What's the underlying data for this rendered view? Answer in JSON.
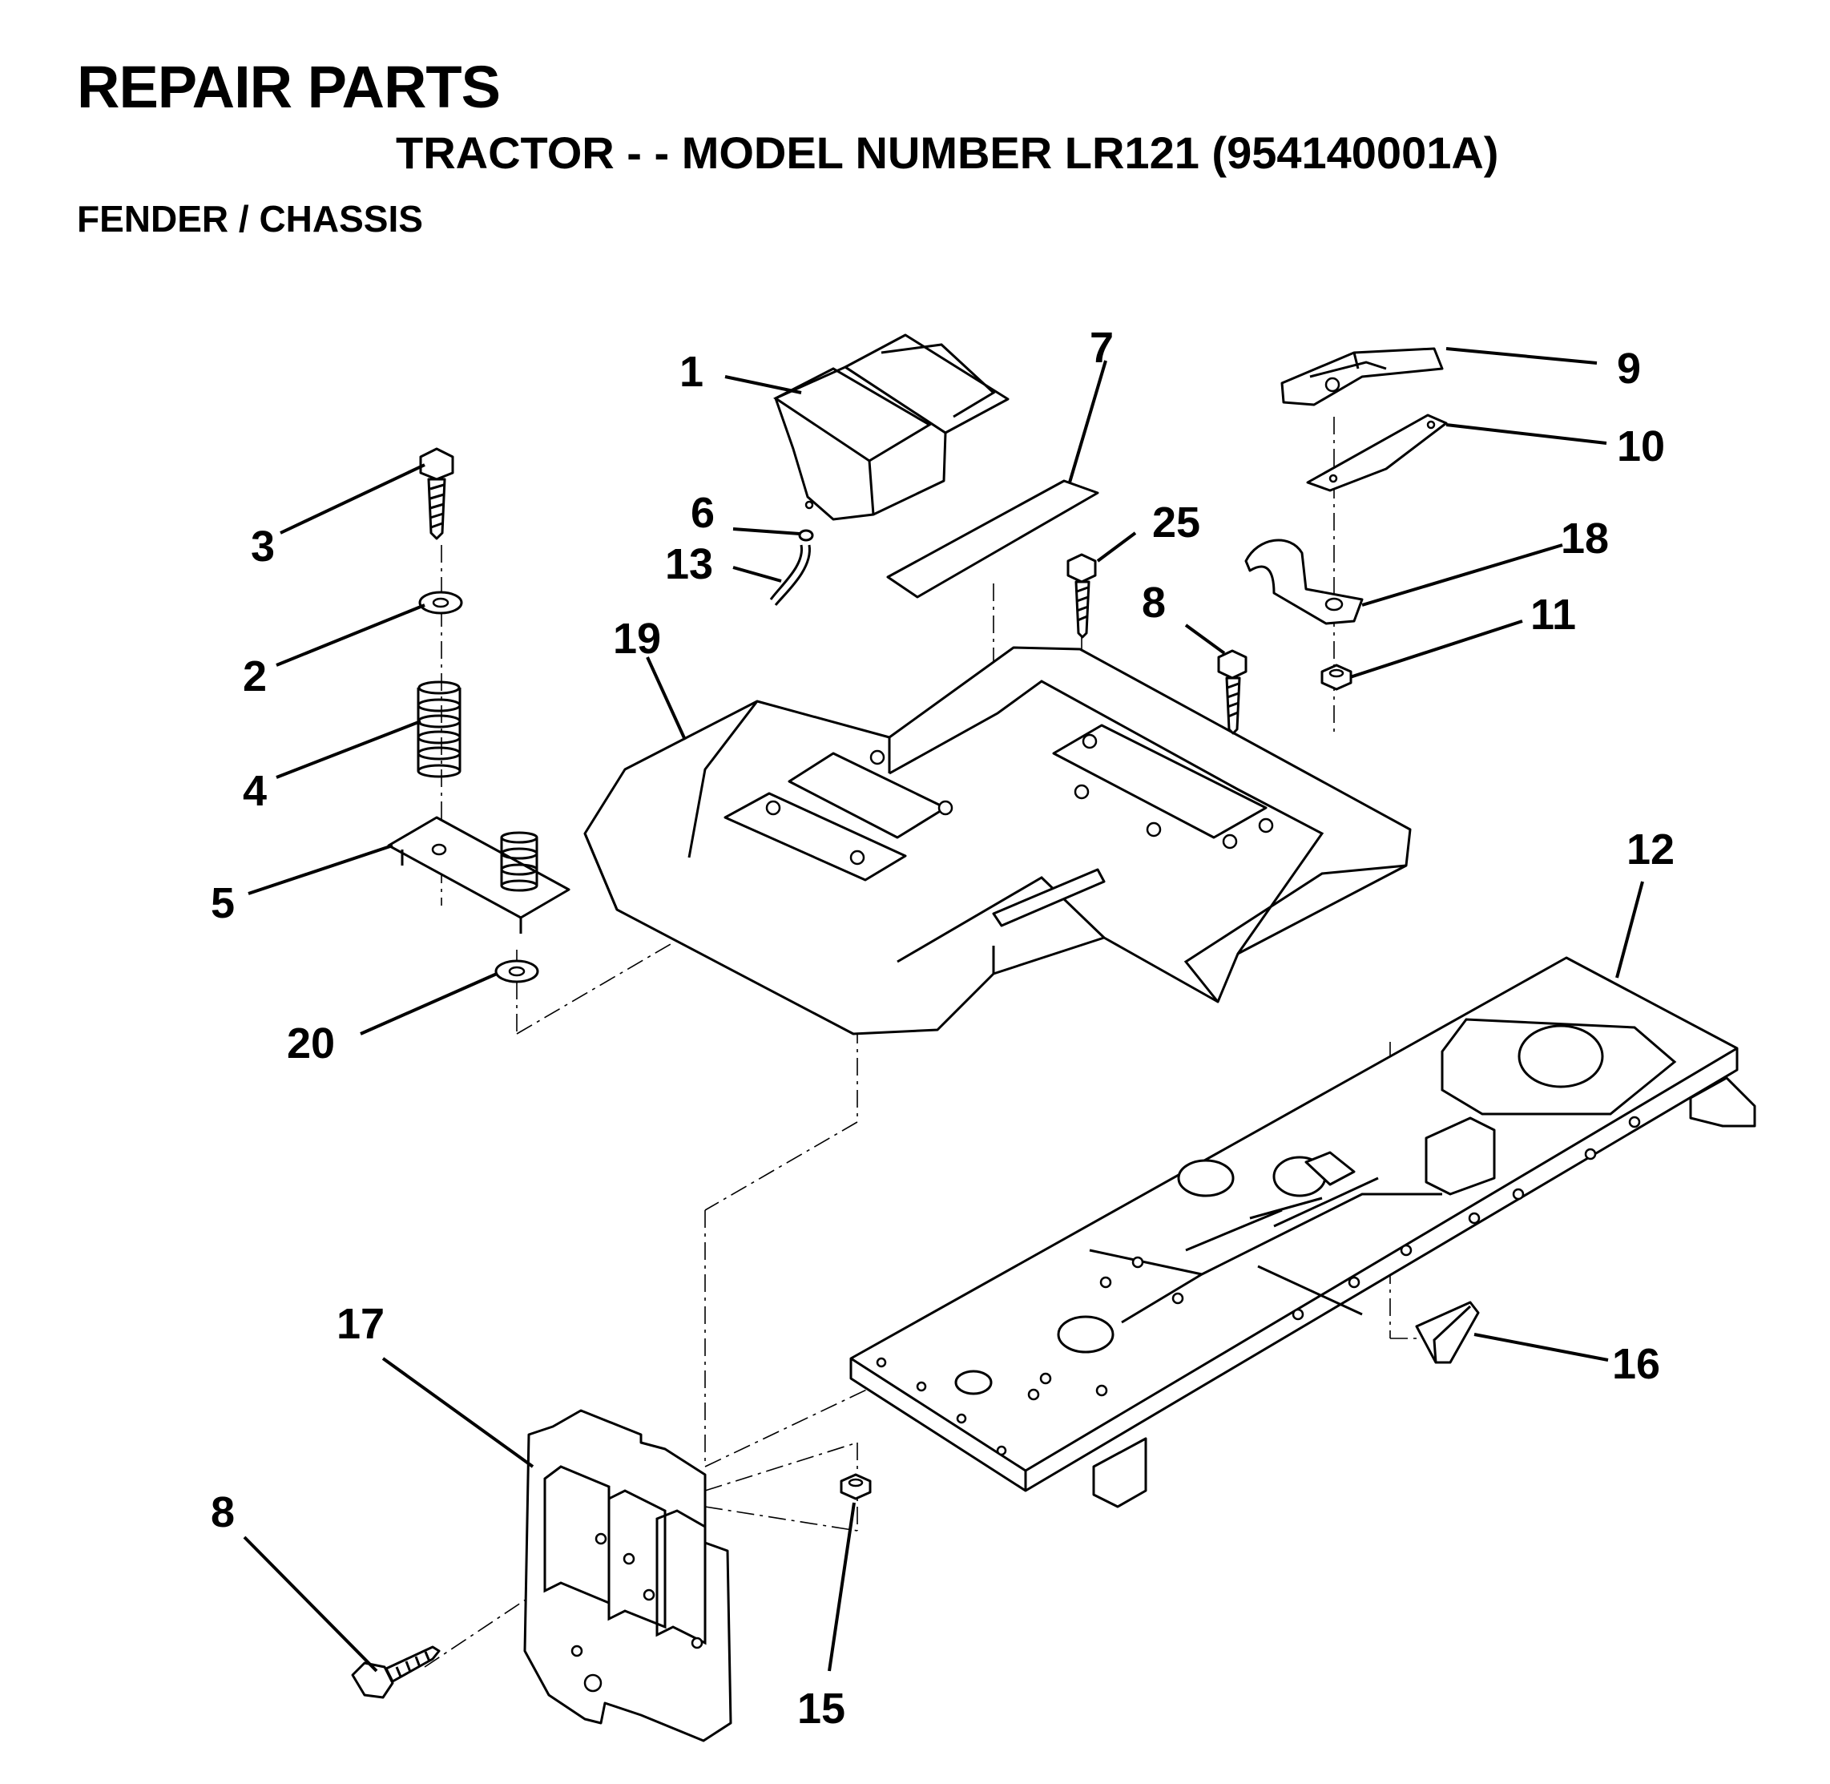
{
  "header": {
    "title": "REPAIR PARTS",
    "subtitle": "TRACTOR - - MODEL NUMBER LR121 (954140001A)",
    "section": "FENDER / CHASSIS"
  },
  "callouts": {
    "c1": "1",
    "c2": "2",
    "c3": "3",
    "c4": "4",
    "c5": "5",
    "c6": "6",
    "c7": "7",
    "c8a": "8",
    "c8b": "8",
    "c9": "9",
    "c10": "10",
    "c11": "11",
    "c12": "12",
    "c13": "13",
    "c15": "15",
    "c16": "16",
    "c17": "17",
    "c18": "18",
    "c19": "19",
    "c20": "20",
    "c25": "25"
  }
}
